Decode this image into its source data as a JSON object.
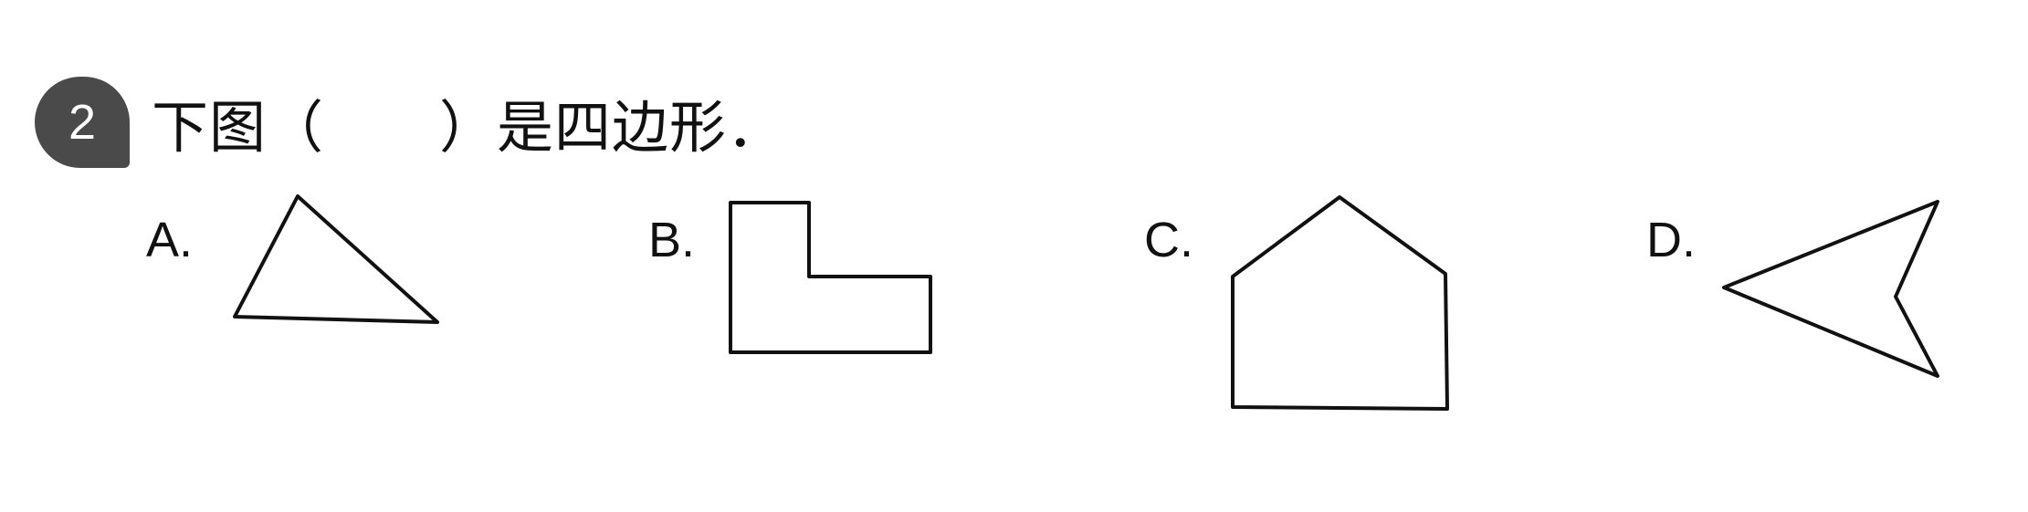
{
  "question": {
    "number": "2",
    "text": "下图（　　）是四边形．"
  },
  "options": [
    {
      "label": "A.",
      "shape": "triangle"
    },
    {
      "label": "B.",
      "shape": "l-shaped-hexagon"
    },
    {
      "label": "C.",
      "shape": "pentagon"
    },
    {
      "label": "D.",
      "shape": "concave-quadrilateral"
    }
  ]
}
